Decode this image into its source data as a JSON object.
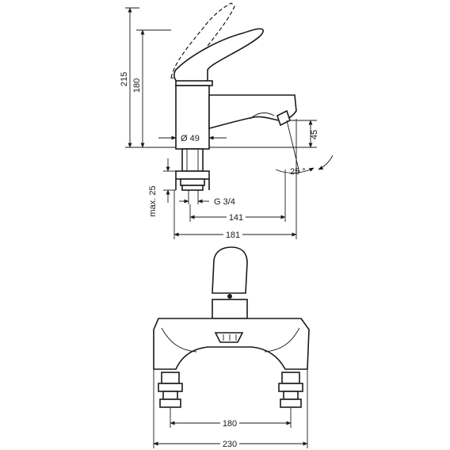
{
  "dimensions": {
    "height_total": "215",
    "height_spout": "180",
    "diameter": "Ø 49",
    "outlet_height": "45",
    "angle": "25 °",
    "max_connection": "max. 25",
    "thread": "G 3/4",
    "reach": "141",
    "projection": "181",
    "centers": "180",
    "width": "230"
  }
}
